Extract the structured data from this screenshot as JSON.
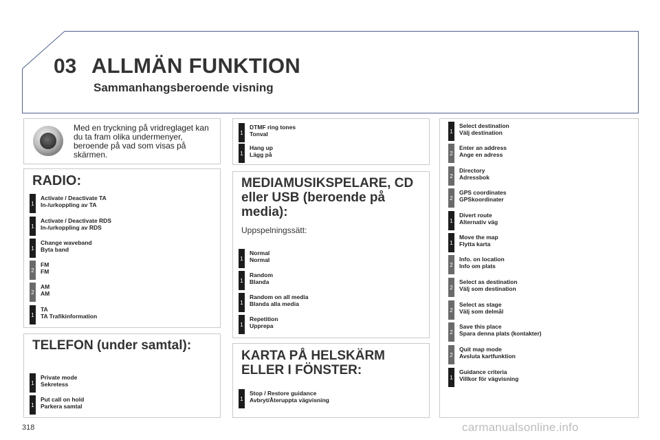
{
  "header": {
    "chapter": "03",
    "title": "ALLMÄN FUNKTION",
    "subtitle": "Sammanhangsberoende visning"
  },
  "knob": {
    "icon": "rotary-knob-icon",
    "text": "Med en tryckning på vridreglaget kan du ta fram olika undermenyer, beroende på vad som visas på skärmen."
  },
  "radio": {
    "title": "RADIO:",
    "items": [
      {
        "level": "1",
        "line1": "Activate / Deactivate TA",
        "line2": "In-/urkoppling av TA"
      },
      {
        "level": "1",
        "line1": "Activate / Deactivate RDS",
        "line2": "In-/urkoppling av RDS"
      },
      {
        "level": "1",
        "line1": "Change waveband",
        "line2": "Byta band"
      },
      {
        "level": "2",
        "line1": "FM",
        "line2": "FM"
      },
      {
        "level": "2",
        "line1": "AM",
        "line2": "AM"
      },
      {
        "level": "1",
        "line1": "TA",
        "line2": "TA Trafikinformation"
      }
    ]
  },
  "telefon": {
    "title": "TELEFON (under samtal):",
    "items": [
      {
        "level": "1",
        "line1": "Private mode",
        "line2": "Sekretess"
      },
      {
        "level": "1",
        "line1": "Put call on hold",
        "line2": "Parkera samtal"
      }
    ]
  },
  "dtmf": {
    "items": [
      {
        "level": "1",
        "line1": "DTMF ring tones",
        "line2": "Tonval"
      },
      {
        "level": "1",
        "line1": "Hang up",
        "line2": "Lägg på"
      }
    ]
  },
  "media": {
    "title": "MEDIAMUSIKSPELARE, CD eller USB (beroende på media):",
    "subtitle": "Uppspelningssätt:",
    "items": [
      {
        "level": "1",
        "line1": "Normal",
        "line2": "Normal"
      },
      {
        "level": "1",
        "line1": "Random",
        "line2": "Blanda"
      },
      {
        "level": "1",
        "line1": "Random on all media",
        "line2": "Blanda alla media"
      },
      {
        "level": "1",
        "line1": "Repetition",
        "line2": "Upprepa"
      }
    ]
  },
  "karta": {
    "title": "KARTA PÅ HELSKÄRM ELLER I FÖNSTER:",
    "items": [
      {
        "level": "1",
        "line1": "Stop / Restore guidance",
        "line2": "Avbryt/Återuppta vägvisning"
      }
    ]
  },
  "navigation": {
    "items": [
      {
        "level": "1",
        "line1": "Select destination",
        "line2": "Välj destination"
      },
      {
        "level": "2",
        "line1": "Enter an address",
        "line2": "Ange en adress"
      },
      {
        "level": "2",
        "line1": "Directory",
        "line2": "Adressbok"
      },
      {
        "level": "2",
        "line1": "GPS coordinates",
        "line2": "GPSkoordinater"
      },
      {
        "level": "1",
        "line1": "Divert route",
        "line2": "Alternativ väg"
      },
      {
        "level": "1",
        "line1": "Move the map",
        "line2": "Flytta karta"
      },
      {
        "level": "2",
        "line1": "Info. on location",
        "line2": "Info om plats"
      },
      {
        "level": "2",
        "line1": "Select as destination",
        "line2": "Välj som destination"
      },
      {
        "level": "2",
        "line1": "Select as stage",
        "line2": "Välj som delmål"
      },
      {
        "level": "2",
        "line1": "Save this place",
        "line2": "Spara denna plats (kontakter)"
      },
      {
        "level": "2",
        "line1": "Quit map mode",
        "line2": "Avsluta kartfunktion"
      },
      {
        "level": "1",
        "line1": "Guidance criteria",
        "line2": "Villkor för vägvisning"
      }
    ]
  },
  "footer": {
    "page_number": "318",
    "watermark": "carmanualsonline.info"
  }
}
